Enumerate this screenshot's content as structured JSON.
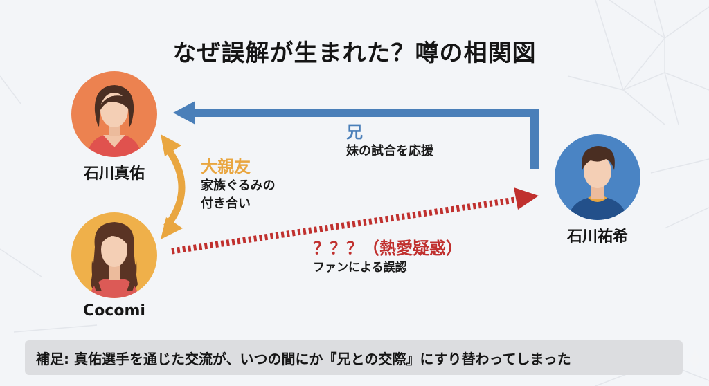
{
  "title": "なぜ誤解が生まれた？噂の相関図",
  "colors": {
    "background": "#f3f5f8",
    "brother_arrow": "#4a7fb9",
    "friend_arrow": "#e9a640",
    "rumor_arrow": "#c0302e",
    "mayu_avatar_bg": "#ec8250",
    "cocomi_avatar_bg": "#efb04a",
    "yuki_avatar_bg": "#4a84c4",
    "note_bg": "#dcdde0"
  },
  "people": {
    "mayu": {
      "name": "石川真佑",
      "avatar_icon": "female-short-hair-avatar-icon"
    },
    "cocomi": {
      "name": "Cocomi",
      "avatar_icon": "female-long-hair-avatar-icon"
    },
    "yuki": {
      "name": "石川祐希",
      "avatar_icon": "male-avatar-icon"
    }
  },
  "relations": {
    "brother": {
      "title": "兄",
      "subtitle": "妹の試合を応援",
      "from": "石川祐希",
      "to": "石川真佑",
      "style": "solid-elbow-arrow"
    },
    "best_friend": {
      "title": "大親友",
      "subtitle_line1": "家族ぐるみの",
      "subtitle_line2": "付き合い",
      "between": [
        "石川真佑",
        "Cocomi"
      ],
      "style": "double-headed-curved-arrow"
    },
    "rumor": {
      "title": "？？？（熱愛疑惑）",
      "subtitle": "ファンによる誤認",
      "from": "Cocomi",
      "to": "石川祐希",
      "style": "dotted-arrow"
    }
  },
  "note": {
    "text": "補足: 真佑選手を通じた交流が、いつの間にか『兄との交際』にすり替わってしまった"
  }
}
